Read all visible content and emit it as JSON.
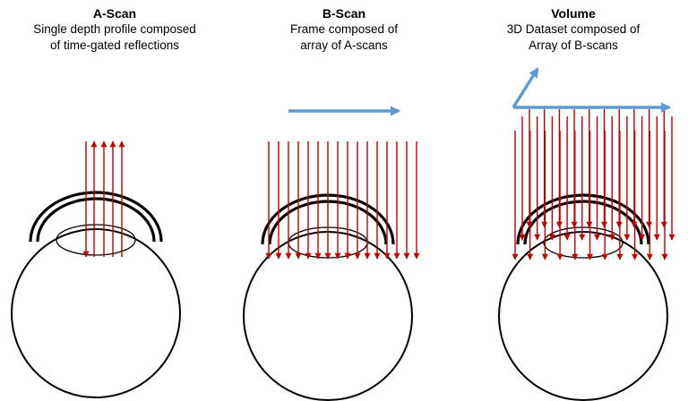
{
  "panels": [
    {
      "title": "A-Scan",
      "caption_line1": "Single depth profile composed",
      "caption_line2": "of time-gated reflections"
    },
    {
      "title": "B-Scan",
      "caption_line1": "Frame composed of",
      "caption_line2": "array of A-scans"
    },
    {
      "title": "Volume",
      "caption_line1": "3D Dataset composed of",
      "caption_line2": "Array of B-scans"
    }
  ],
  "colors": {
    "beam": "#c00000",
    "scan_arrow": "#5b9bd5",
    "outline": "#000000"
  }
}
